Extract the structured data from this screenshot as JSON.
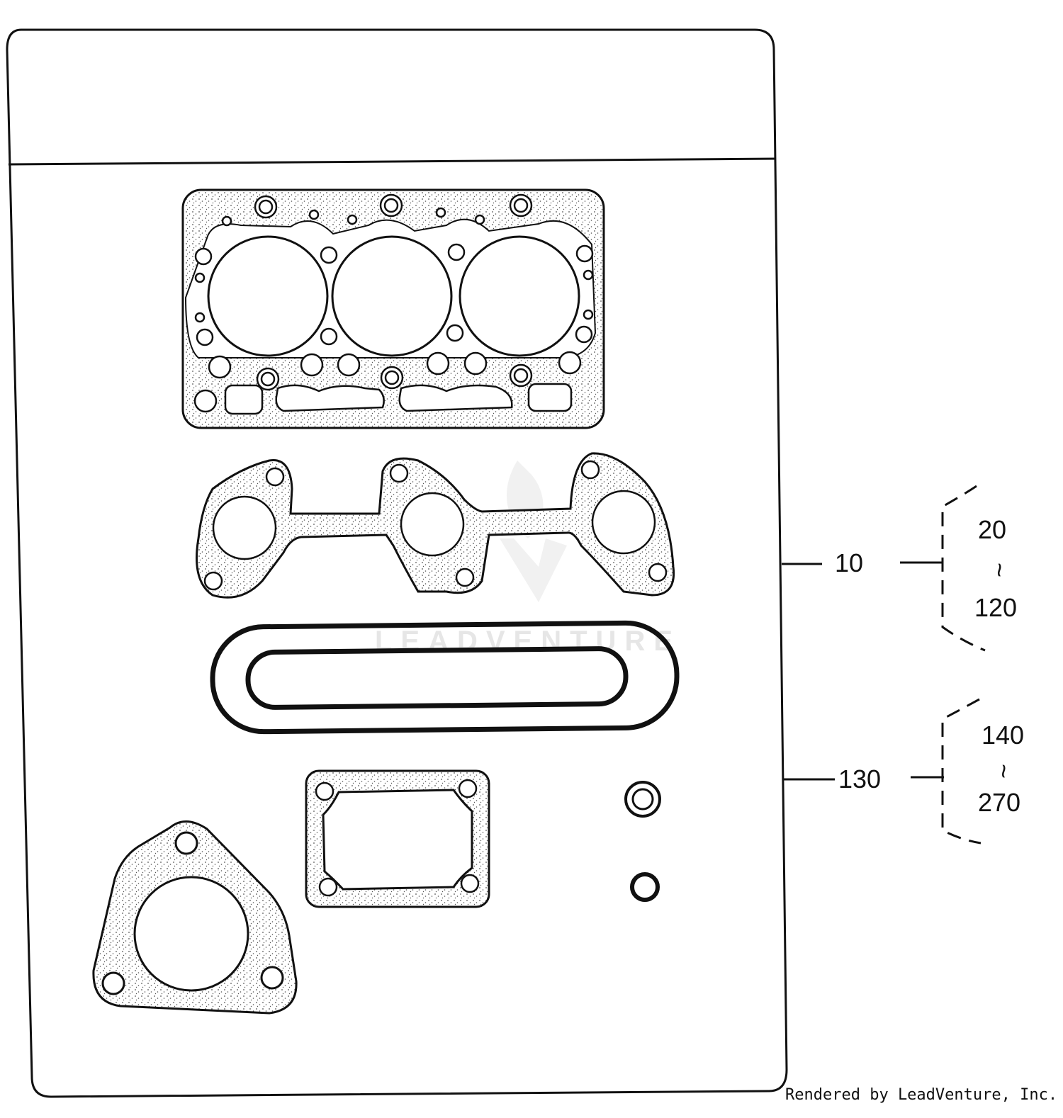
{
  "diagram": {
    "callouts": {
      "kit_1": {
        "item": "10",
        "range_start": "20",
        "range_sep": "~",
        "range_end": "120"
      },
      "kit_2": {
        "item": "130",
        "range_start": "140",
        "range_sep": "~",
        "range_end": "270"
      }
    },
    "watermark": "LEADVENTURE",
    "footer": "Rendered by LeadVenture, Inc."
  },
  "colors": {
    "line": "#111111",
    "speckle": "#555555",
    "watermark": "#e6e6e6",
    "background": "#ffffff"
  }
}
